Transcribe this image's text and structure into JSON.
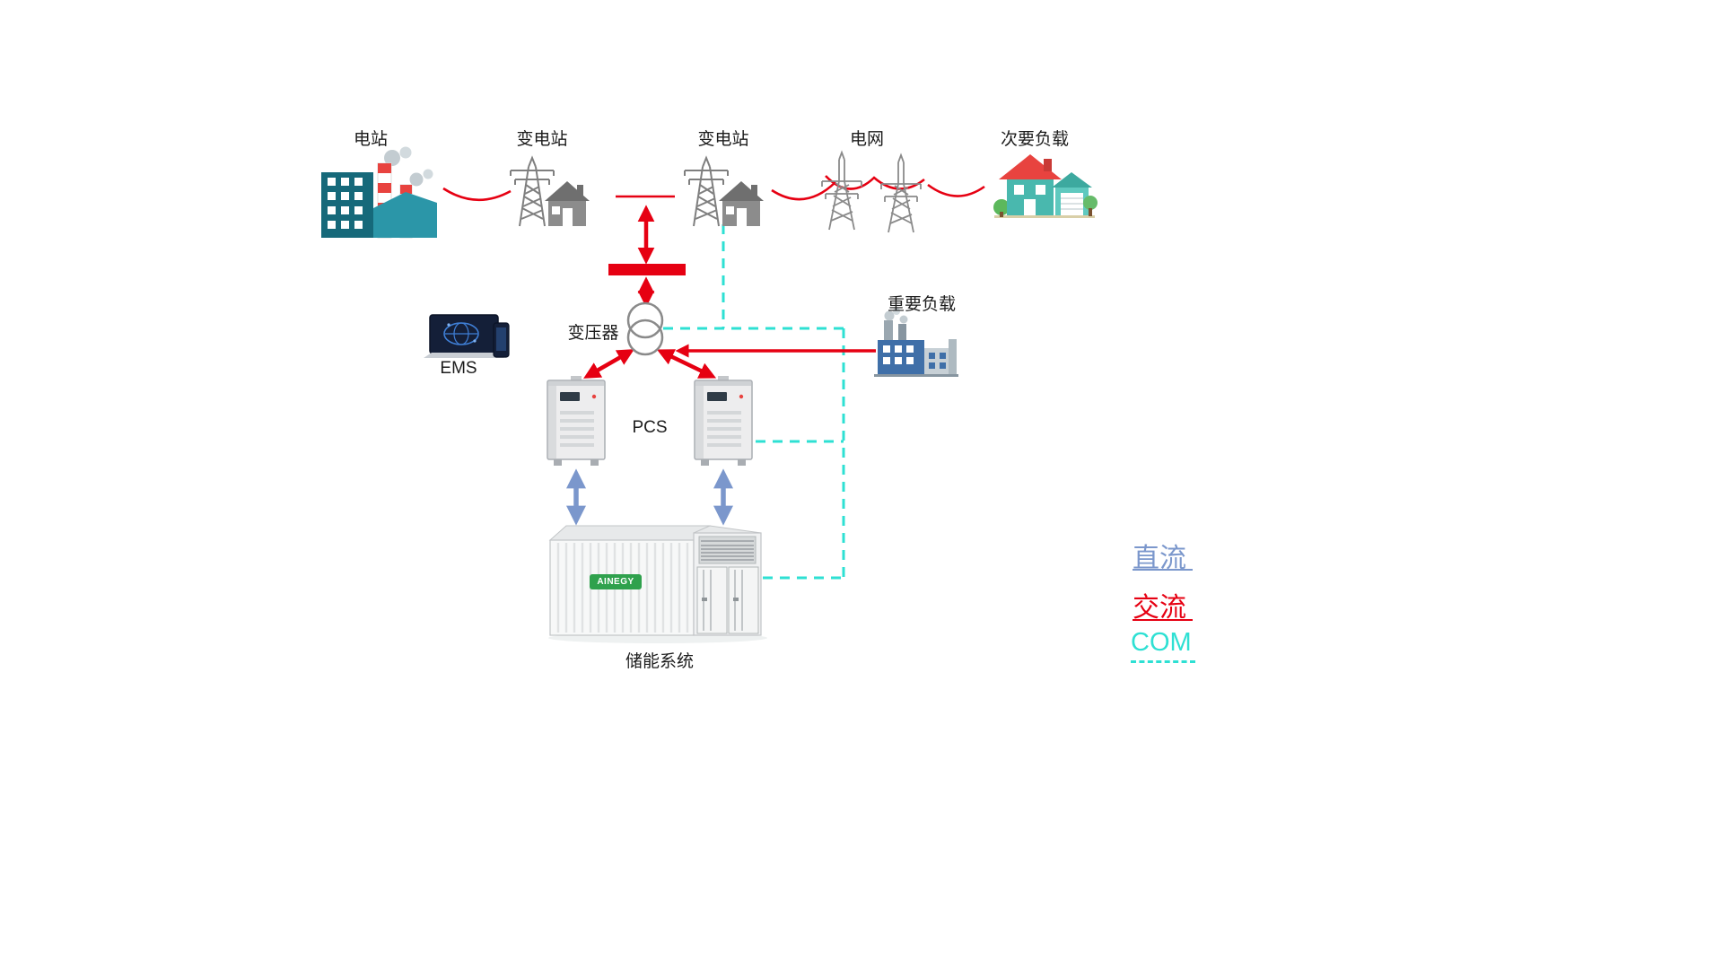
{
  "nodes": {
    "power_station": {
      "label": "电站"
    },
    "substation_left": {
      "label": "变电站"
    },
    "substation_right": {
      "label": "变电站"
    },
    "grid": {
      "label": "电网"
    },
    "secondary_load": {
      "label": "次要负载"
    },
    "transformer": {
      "label": "变压器"
    },
    "ems": {
      "label": "EMS"
    },
    "pcs": {
      "label": "PCS"
    },
    "important_load": {
      "label": "重要负载"
    },
    "storage": {
      "label": "储能系统",
      "brand": "AINEGY"
    }
  },
  "legend": {
    "dc": {
      "label": "直流",
      "color": "#7b97cc",
      "style": "solid"
    },
    "ac": {
      "label": "交流",
      "color": "#e60012",
      "style": "solid"
    },
    "com": {
      "label": "COM",
      "color": "#2ee0d3",
      "style": "dashed"
    }
  }
}
